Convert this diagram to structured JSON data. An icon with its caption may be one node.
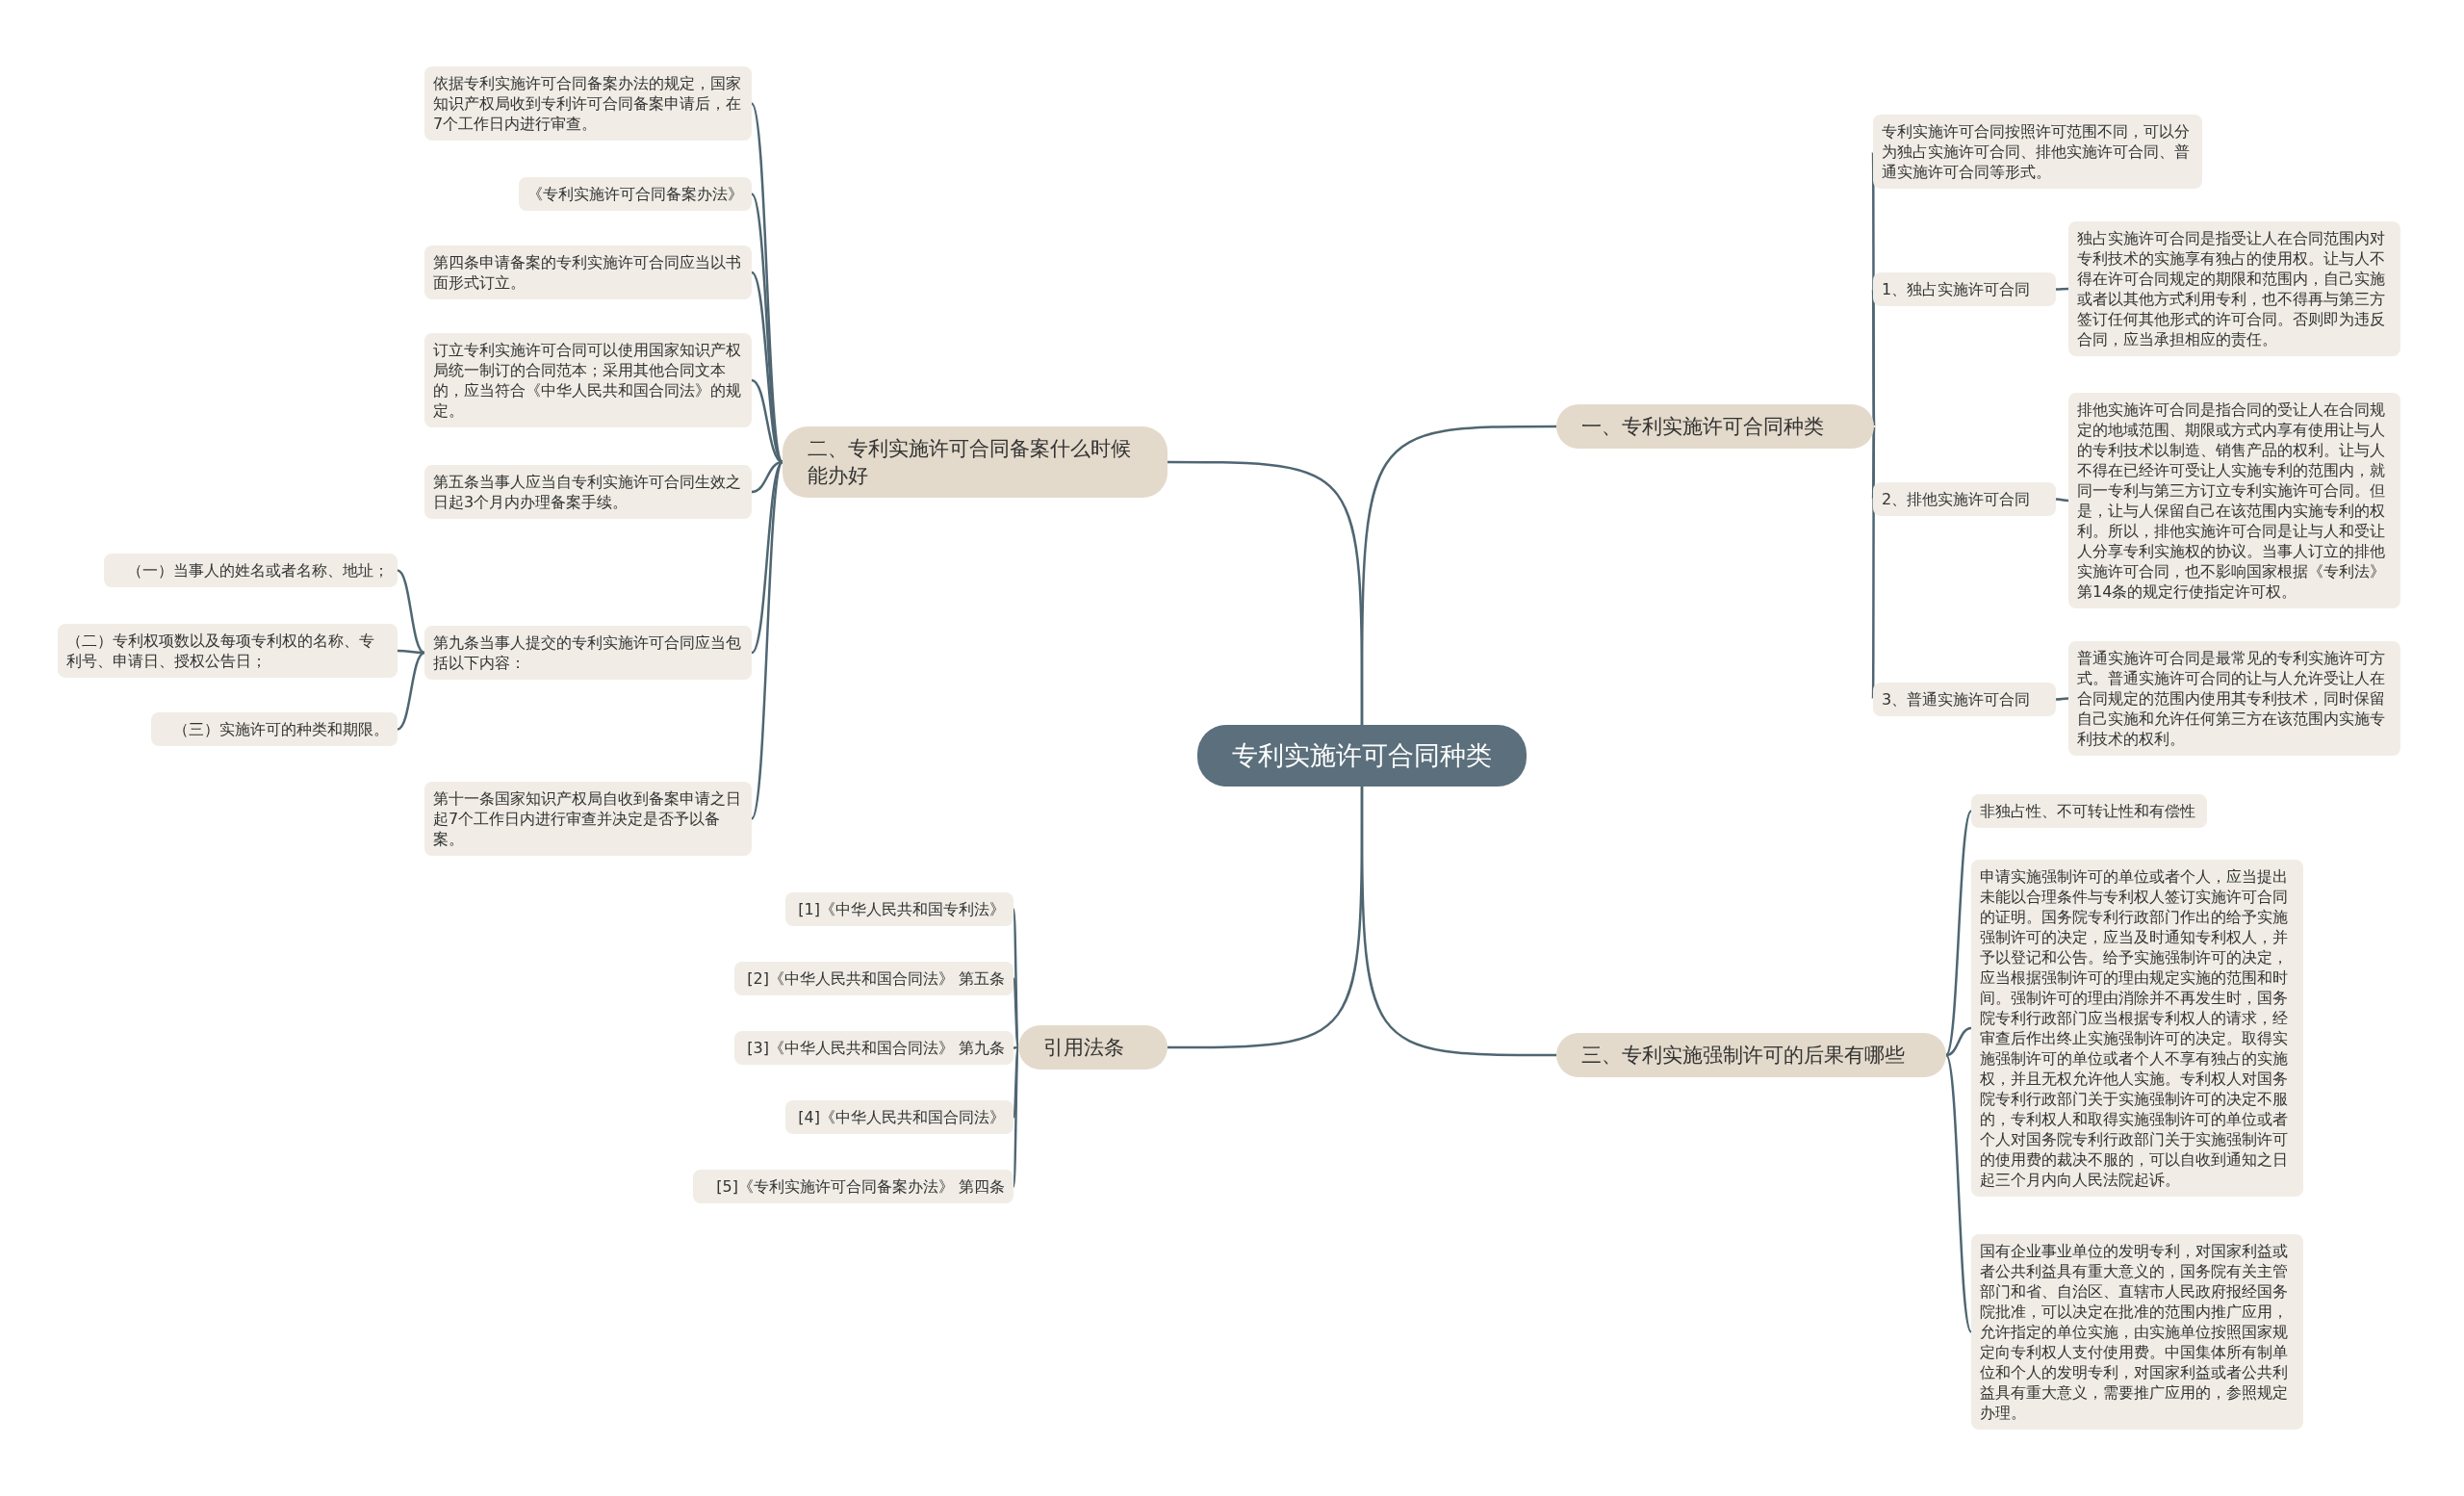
{
  "diagram": {
    "nodes": [
      {
        "text": [
          "专利实施许可合同种类"
        ]
      },
      {
        "text": [
          "一、专利实施许可合同种类"
        ]
      },
      {
        "text": [
          "专利实施许可合同按照许可范围不同，可以分为独占实施许可合同、排他实施许可合同、普通实施许可合同等形式。"
        ]
      },
      {
        "text": [
          "1、独占实施许可合同"
        ]
      },
      {
        "text": [
          "独占实施许可合同是指受让人在合同范围内对专利技术的实施享有独占的使用权。让与人不得在许可合同规定的期限和范围内，自己实施或者以其他方式利用专利，也不得再与第三方签订任何其他形式的许可合同。否则即为违反合同，应当承担相应的责任。"
        ]
      },
      {
        "text": [
          "2、排他实施许可合同"
        ]
      },
      {
        "text": [
          "排他实施许可合同是指合同的受让人在合同规定的地域范围、期限或方式内享有使用让与人的专利技术以制造、销售产品的权利。让与人不得在已经许可受让人实施专利的范围内，就同一专利与第三方订立专利实施许可合同。但是，让与人保留自己在该范围内实施专利的权利。所以，排他实施许可合同是让与人和受让人分享专利实施权的协议。当事人订立的排他实施许可合同，也不影响国家根据《专利法》第14条的规定行使指定许可权。"
        ]
      },
      {
        "text": [
          "3、普通实施许可合同"
        ]
      },
      {
        "text": [
          "普通实施许可合同是最常见的专利实施许可方式。普通实施许可合同的让与人允许受让人在合同规定的范围内使用其专利技术，同时保留自己实施和允许任何第三方在该范围内实施专利技术的权利。"
        ]
      },
      {
        "text": [
          "三、专利实施强制许可的后果有哪些"
        ]
      },
      {
        "text": [
          "非独占性、不可转让性和有偿性"
        ]
      },
      {
        "text": [
          "申请实施强制许可的单位或者个人，应当提出未能以合理条件与专利权人签订实施许可合同的证明。国务院专利行政部门作出的给予实施强制许可的决定，应当及时通知专利权人，并予以登记和公告。给予实施强制许可的决定，应当根据强制许可的理由规定实施的范围和时间。强制许可的理由消除并不再发生时，国务院专利行政部门应当根据专利权人的请求，经审查后作出终止实施强制许可的决定。取得实施强制许可的单位或者个人不享有独占的实施权，并且无权允许他人实施。专利权人对国务院专利行政部门关于实施强制许可的决定不服的，专利权人和取得实施强制许可的单位或者个人对国务院专利行政部门关于实施强制许可的使用费的裁决不服的，可以自收到通知之日起三个月内向人民法院起诉。"
        ]
      },
      {
        "text": [
          "国有企业事业单位的发明专利，对国家利益或者公共利益具有重大意义的，国务院有关主管部门和省、自治区、直辖市人民政府报经国务院批准，可以决定在批准的范围内推广应用，允许指定的单位实施，由实施单位按照国家规定向专利权人支付使用费。中国集体所有制单位和个人的发明专利，对国家利益或者公共利益具有重大意义，需要推广应用的，参照规定办理。"
        ]
      },
      {
        "text": [
          "二、专利实施许可合同备案什么时候能办好"
        ]
      },
      {
        "text": [
          "依据专利实施许可合同备案办法的规定，国家知识产权局收到专利许可合同备案申请后，在7个工作日内进行审查。"
        ]
      },
      {
        "text": [
          "《专利实施许可合同备案办法》"
        ]
      },
      {
        "text": [
          "第四条申请备案的专利实施许可合同应当以书面形式订立。"
        ]
      },
      {
        "text": [
          "订立专利实施许可合同可以使用国家知识产权局统一制订的合同范本；采用其他合同文本的，应当符合《中华人民共和国合同法》的规定。"
        ]
      },
      {
        "text": [
          "第五条当事人应当自专利实施许可合同生效之日起3个月内办理备案手续。"
        ]
      },
      {
        "text": [
          "第九条当事人提交的专利实施许可合同应当包括以下内容："
        ]
      },
      {
        "text": [
          "（一）当事人的姓名或者名称、地址；"
        ]
      },
      {
        "text": [
          "（二）专利权项数以及每项专利权的名称、专利号、申请日、授权公告日；"
        ]
      },
      {
        "text": [
          "（三）实施许可的种类和期限。"
        ]
      },
      {
        "text": [
          "第十一条国家知识产权局自收到备案申请之日起7个工作日内进行审查并决定是否予以备案。"
        ]
      },
      {
        "text": [
          "引用法条"
        ]
      },
      {
        "text": [
          "[1]《中华人民共和国专利法》"
        ]
      },
      {
        "text": [
          "[2]《中华人民共和国合同法》 第五条"
        ]
      },
      {
        "text": [
          "[3]《中华人民共和国合同法》 第九条"
        ]
      },
      {
        "text": [
          "[4]《中华人民共和国合同法》"
        ]
      },
      {
        "text": [
          "[5]《专利实施许可合同备案办法》 第四条"
        ]
      }
    ],
    "edges": [
      {
        "from": 0,
        "to": 1,
        "arrow": "none"
      },
      {
        "from": 1,
        "to": 2,
        "arrow": "none"
      },
      {
        "from": 1,
        "to": 3,
        "arrow": "none"
      },
      {
        "from": 3,
        "to": 4,
        "arrow": "none"
      },
      {
        "from": 1,
        "to": 5,
        "arrow": "none"
      },
      {
        "from": 5,
        "to": 6,
        "arrow": "none"
      },
      {
        "from": 1,
        "to": 7,
        "arrow": "none"
      },
      {
        "from": 7,
        "to": 8,
        "arrow": "none"
      },
      {
        "from": 0,
        "to": 9,
        "arrow": "none"
      },
      {
        "from": 9,
        "to": 10,
        "arrow": "none"
      },
      {
        "from": 9,
        "to": 11,
        "arrow": "none"
      },
      {
        "from": 9,
        "to": 12,
        "arrow": "none"
      },
      {
        "from": 0,
        "to": 13,
        "arrow": "none"
      },
      {
        "from": 13,
        "to": 14,
        "arrow": "none"
      },
      {
        "from": 13,
        "to": 15,
        "arrow": "none"
      },
      {
        "from": 13,
        "to": 16,
        "arrow": "none"
      },
      {
        "from": 13,
        "to": 17,
        "arrow": "none"
      },
      {
        "from": 13,
        "to": 18,
        "arrow": "none"
      },
      {
        "from": 13,
        "to": 19,
        "arrow": "none"
      },
      {
        "from": 19,
        "to": 20,
        "arrow": "none"
      },
      {
        "from": 19,
        "to": 21,
        "arrow": "none"
      },
      {
        "from": 19,
        "to": 22,
        "arrow": "none"
      },
      {
        "from": 13,
        "to": 23,
        "arrow": "none"
      },
      {
        "from": 0,
        "to": 24,
        "arrow": "none"
      },
      {
        "from": 24,
        "to": 25,
        "arrow": "none"
      },
      {
        "from": 24,
        "to": 26,
        "arrow": "none"
      },
      {
        "from": 24,
        "to": 27,
        "arrow": "none"
      },
      {
        "from": 24,
        "to": 28,
        "arrow": "none"
      },
      {
        "from": 24,
        "to": 29,
        "arrow": "none"
      }
    ]
  }
}
